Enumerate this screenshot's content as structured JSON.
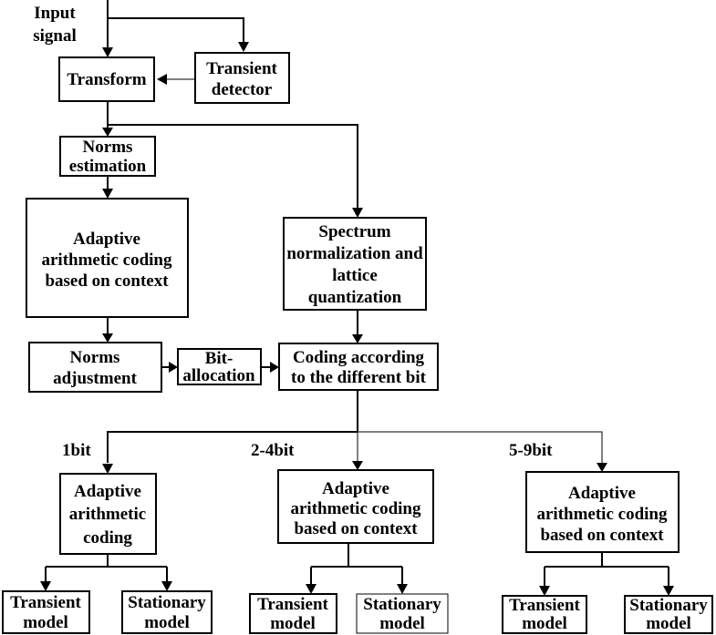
{
  "input_label": [
    "Input",
    "signal"
  ],
  "nodes": {
    "transform": [
      "Transform"
    ],
    "transient_detector": [
      "Transient",
      "detector"
    ],
    "norms_estimation": [
      "Norms",
      "estimation"
    ],
    "adaptive_context_top": [
      "Adaptive",
      "arithmetic coding",
      "based on context"
    ],
    "spectrum_normalization": [
      "Spectrum",
      "normalization and",
      "lattice",
      "quantization"
    ],
    "norms_adjustment": [
      "Norms",
      "adjustment"
    ],
    "bit_allocation": [
      "Bit-",
      "allocation"
    ],
    "coding_by_bit": [
      "Coding according",
      "to the different bit"
    ],
    "adaptive_1bit": [
      "Adaptive",
      "arithmetic",
      "coding"
    ],
    "adaptive_2_4bit": [
      "Adaptive",
      "arithmetic coding",
      "based on context"
    ],
    "adaptive_5_9bit": [
      "Adaptive",
      "arithmetic coding",
      "based on context"
    ],
    "transient_1": [
      "Transient",
      "model"
    ],
    "stationary_1": [
      "Stationary",
      "model"
    ],
    "transient_2": [
      "Transient",
      "model"
    ],
    "stationary_2": [
      "Stationary",
      "model"
    ],
    "transient_3": [
      "Transient",
      "model"
    ],
    "stationary_3": [
      "Stationary",
      "model"
    ]
  },
  "branch_labels": {
    "b1": "1bit",
    "b2": "2-4bit",
    "b3": "5-9bit"
  }
}
